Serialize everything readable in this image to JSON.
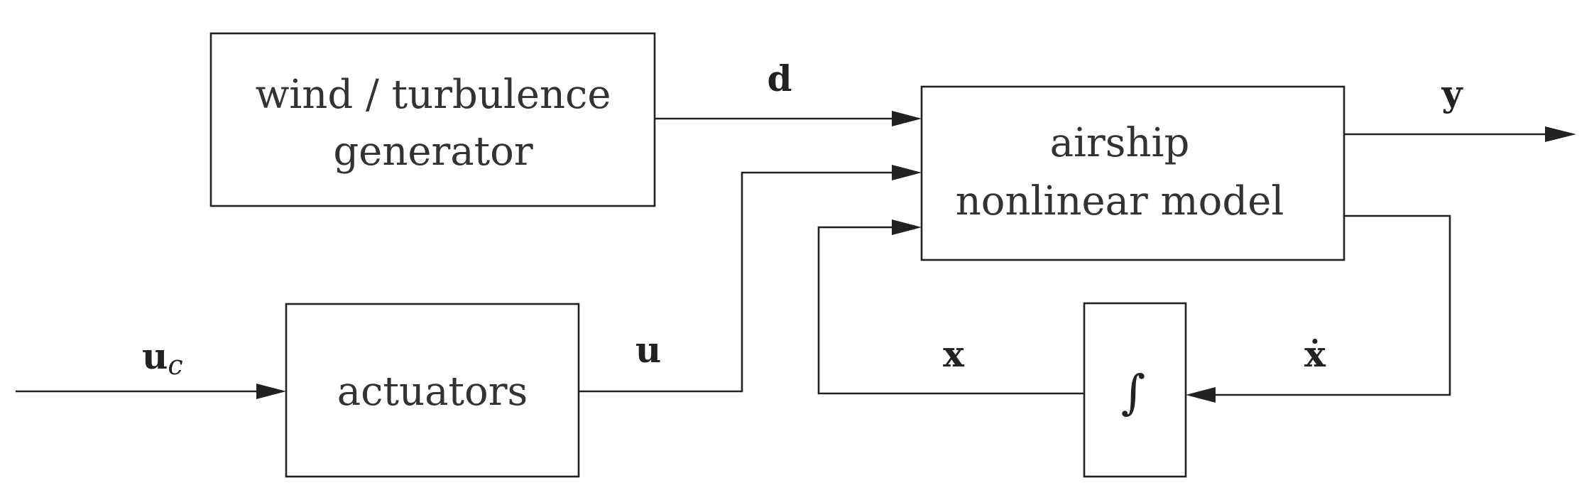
{
  "blocks": {
    "wind": {
      "line1": "wind / turbulence",
      "line2": "generator"
    },
    "airship": {
      "line1": "airship",
      "line2": "nonlinear model"
    },
    "actuators": {
      "label": "actuators"
    },
    "integrator": {
      "symbol": "∫"
    }
  },
  "signals": {
    "d": "d",
    "y": "y",
    "u": "u",
    "u_c_base": "u",
    "u_c_sub": "c",
    "x": "x",
    "x_dot": "ẋ"
  }
}
